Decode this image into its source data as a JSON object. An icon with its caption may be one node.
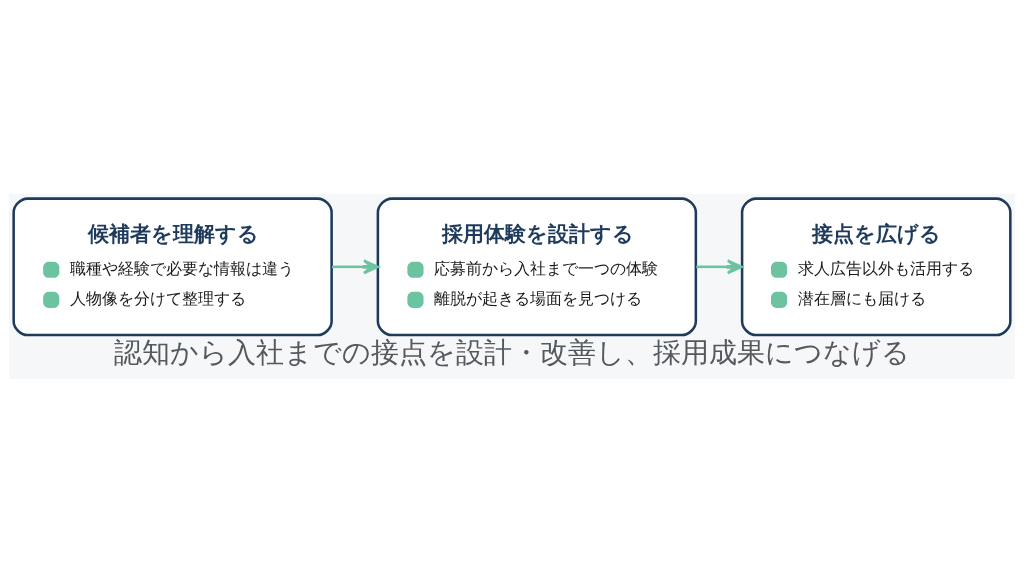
{
  "diagram": {
    "caption": "認知から入社までの接点を設計・改善し、採用成果につなげる",
    "nodes": [
      {
        "text": [
          "候補者を理解する",
          "職種や経験で必要な情報は違う",
          "人物像を分けて整理する"
        ]
      },
      {
        "text": [
          "採用体験を設計する",
          "応募前から入社まで一つの体験",
          "離脱が起きる場面を見つける"
        ]
      },
      {
        "text": [
          "接点を広げる",
          "求人広告以外も活用する",
          "潜在層にも届ける"
        ]
      }
    ],
    "edges": [
      {
        "from": 0,
        "to": 1,
        "arrow": "to"
      },
      {
        "from": 1,
        "to": 2,
        "arrow": "to"
      }
    ]
  }
}
